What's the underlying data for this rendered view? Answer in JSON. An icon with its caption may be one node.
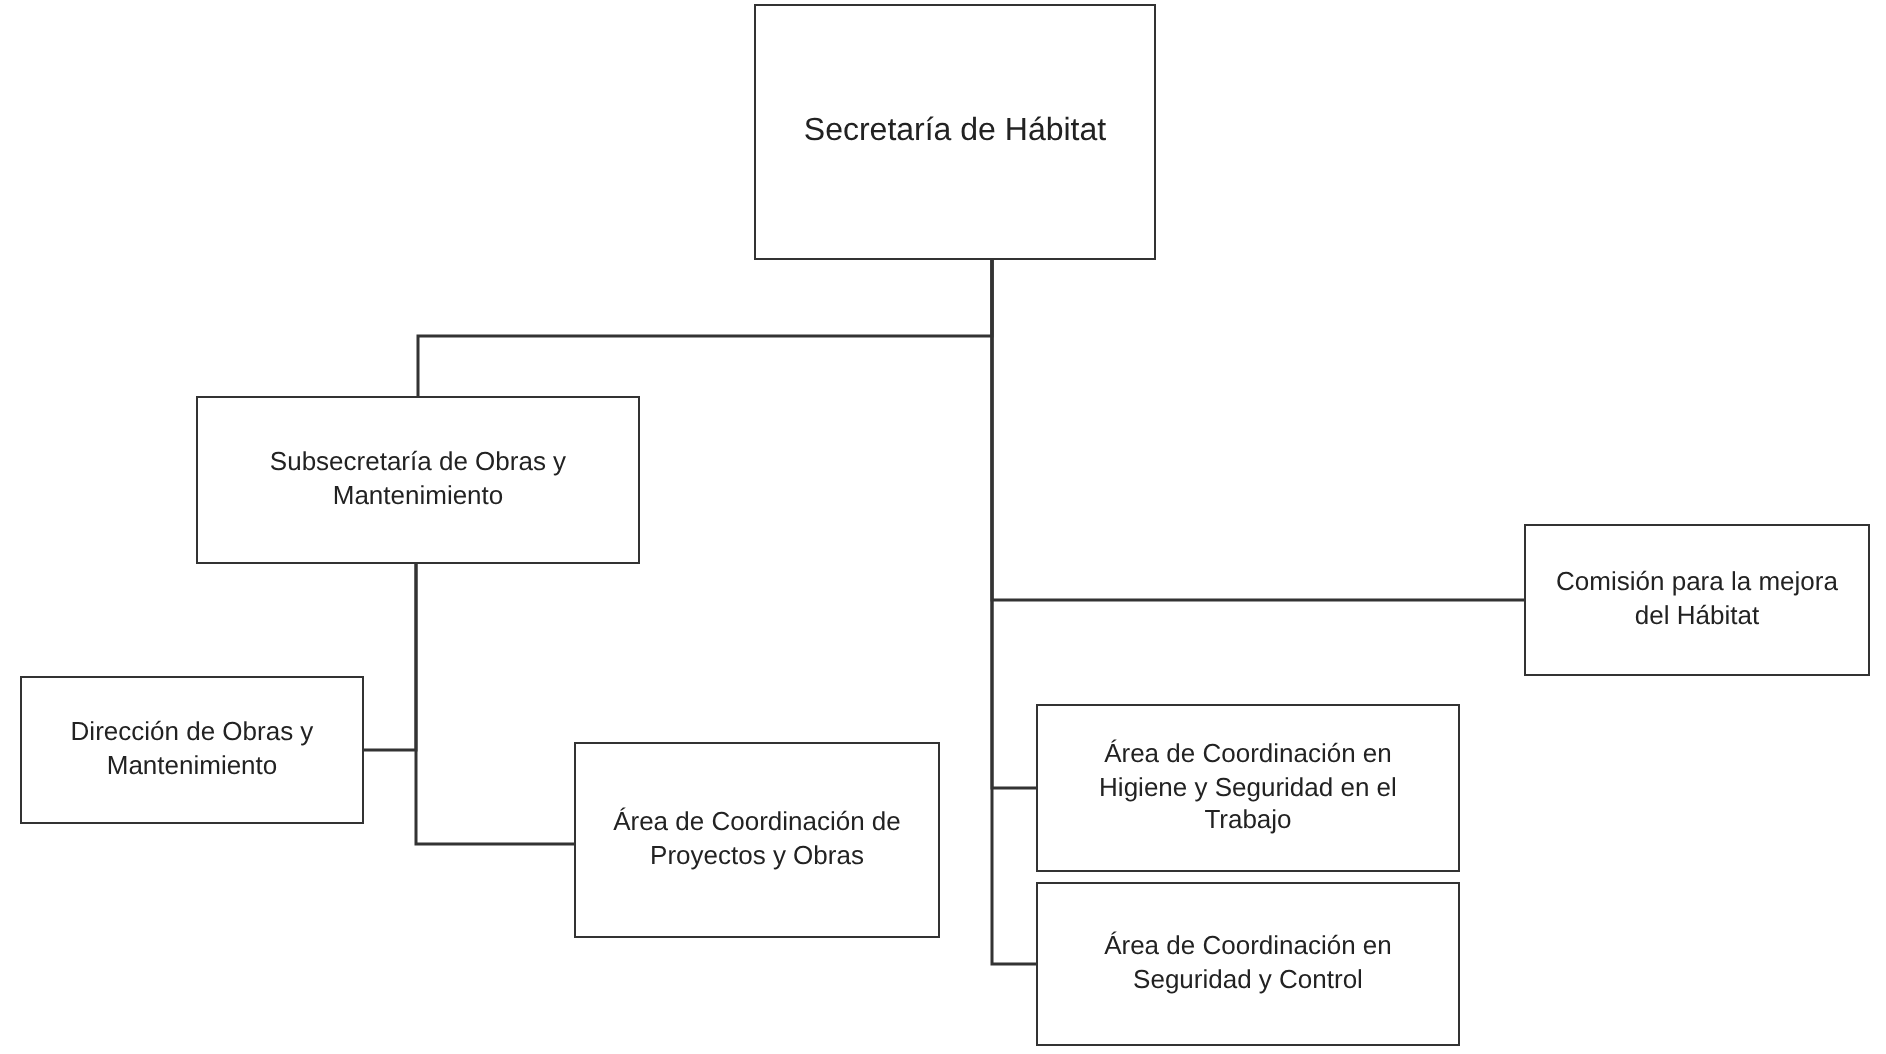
{
  "diagram": {
    "nodes": [
      {
        "text": [
          "Secretaría de Hábitat"
        ]
      },
      {
        "text": [
          "Subsecretaría de Obras y Mantenimiento"
        ]
      },
      {
        "text": [
          "Comisión para la mejora del Hábitat"
        ]
      },
      {
        "text": [
          "Dirección de Obras y Mantenimiento"
        ]
      },
      {
        "text": [
          "Área de Coordinación de Proyectos y Obras"
        ]
      },
      {
        "text": [
          "Área de Coordinación en Higiene y Seguridad en el Trabajo"
        ]
      },
      {
        "text": [
          "Área de Coordinación en Seguridad y Control"
        ]
      }
    ],
    "edges": [
      {
        "from": 0,
        "to": 1,
        "arrow": "none"
      },
      {
        "from": 0,
        "to": 2,
        "arrow": "none"
      },
      {
        "from": 0,
        "to": 5,
        "arrow": "none"
      },
      {
        "from": 0,
        "to": 6,
        "arrow": "none"
      },
      {
        "from": 1,
        "to": 3,
        "arrow": "none"
      },
      {
        "from": 1,
        "to": 4,
        "arrow": "none"
      }
    ]
  }
}
